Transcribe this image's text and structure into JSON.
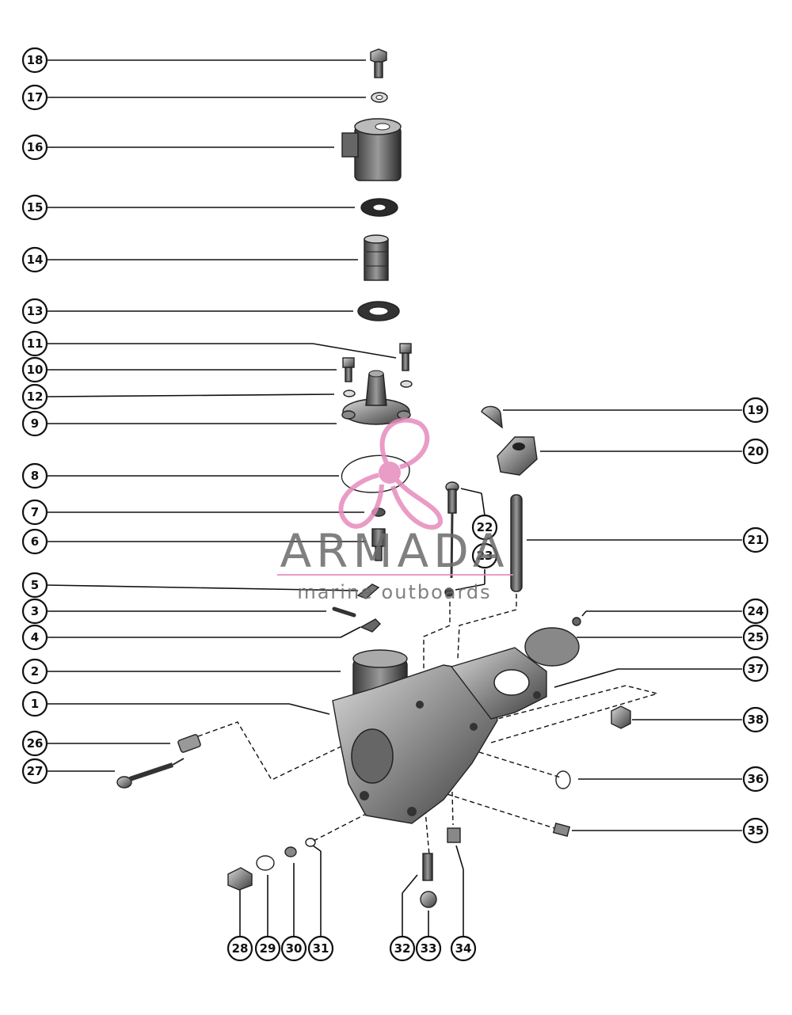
{
  "callouts": [
    "1",
    "2",
    "3",
    "4",
    "5",
    "6",
    "7",
    "8",
    "9",
    "10",
    "11",
    "12",
    "13",
    "14",
    "15",
    "16",
    "17",
    "18",
    "19",
    "20",
    "21",
    "22",
    "23",
    "24",
    "25",
    "26",
    "27",
    "28",
    "29",
    "30",
    "31",
    "32",
    "33",
    "34",
    "35",
    "36",
    "37",
    "38"
  ],
  "watermark": {
    "brand": "ARMADA",
    "tagline": "marine outboards",
    "color": "#e68bbd"
  }
}
